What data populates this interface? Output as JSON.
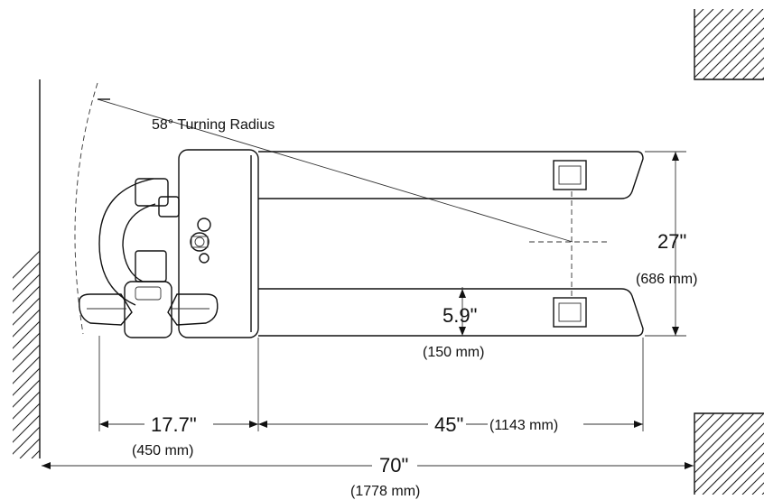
{
  "labels": {
    "turning_radius": "58° Turning Radius",
    "width_in": "27\"",
    "width_mm": "(686 mm)",
    "fork_in": "5.9\"",
    "fork_mm": "(150 mm)",
    "handle_in": "17.7\"",
    "handle_mm": "(450 mm)",
    "forklen_in": "45\"",
    "forklen_mm": "(1143 mm)",
    "overall_in": "70\"",
    "overall_mm": "(1778 mm)"
  }
}
